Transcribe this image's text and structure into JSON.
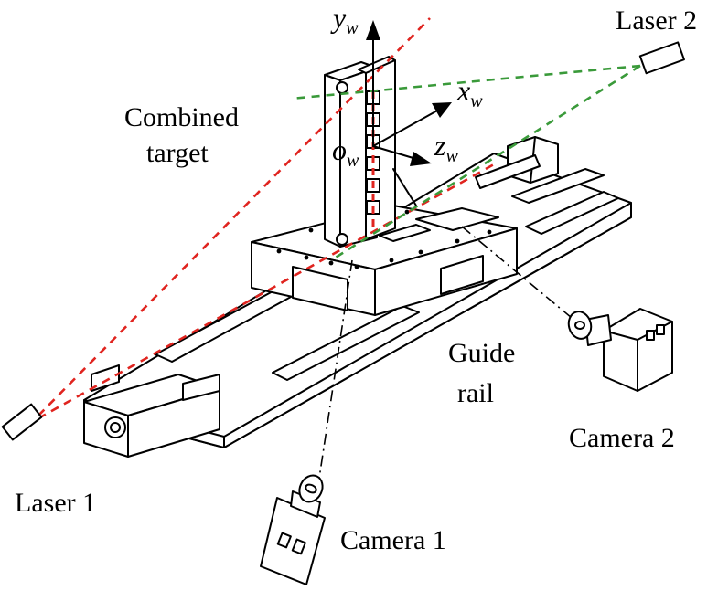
{
  "labels": {
    "laser2": "Laser 2",
    "laser1": "Laser 1",
    "combined_target_line1": "Combined",
    "combined_target_line2": "target",
    "guide_rail_line1": "Guide",
    "guide_rail_line2": "rail",
    "camera1": "Camera 1",
    "camera2": "Camera 2"
  },
  "axes": {
    "y_letter": "y",
    "y_sub": "w",
    "x_letter": "x",
    "x_sub": "w",
    "z_letter": "z",
    "z_sub": "w",
    "o_letter": "o",
    "o_sub": "w"
  },
  "colors": {
    "laser1_beam": "#e0241f",
    "laser2_beam": "#3a9a3a",
    "line": "#000000",
    "background": "#ffffff"
  },
  "icons": {
    "laser": "laser-emitter-icon",
    "camera": "camera-icon"
  }
}
